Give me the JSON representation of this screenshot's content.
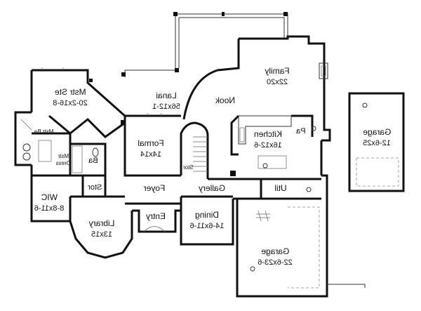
{
  "rooms": {
    "mstr_ste": {
      "name": "Mstr Ste",
      "dims": "20-2x16-8"
    },
    "lanai": {
      "name": "Lanai",
      "dims": "56x12-1"
    },
    "nook": {
      "name": "Nook"
    },
    "family": {
      "name": "Family",
      "dims": "22x20"
    },
    "kitchen": {
      "name": "Kitchen",
      "dims": "16x12-6"
    },
    "pa": {
      "name": "Pa"
    },
    "garage_small": {
      "name": "Garage",
      "dims": "12-6x25"
    },
    "mstr_ba": {
      "name": "Mstr Ba"
    },
    "mstr_dress": {
      "name": "Mstr",
      "name2": "Dress"
    },
    "ba": {
      "name": "Ba"
    },
    "formal": {
      "name": "Formal",
      "dims": "14x14"
    },
    "stor_stair": {
      "name": "Stor"
    },
    "stor_hall": {
      "name": "Stor"
    },
    "wic": {
      "name": "WIC",
      "dims": "8-8x11-6"
    },
    "foyer": {
      "name": "Foyer"
    },
    "gallery": {
      "name": "Gallery"
    },
    "util": {
      "name": "Util"
    },
    "entry": {
      "name": "Entry"
    },
    "library": {
      "name": "Library",
      "dims": "13x15"
    },
    "dining": {
      "name": "Dining",
      "dims": "14-6x11-6"
    },
    "garage_large": {
      "name": "Garage",
      "dims": "22-6x23-6"
    }
  }
}
